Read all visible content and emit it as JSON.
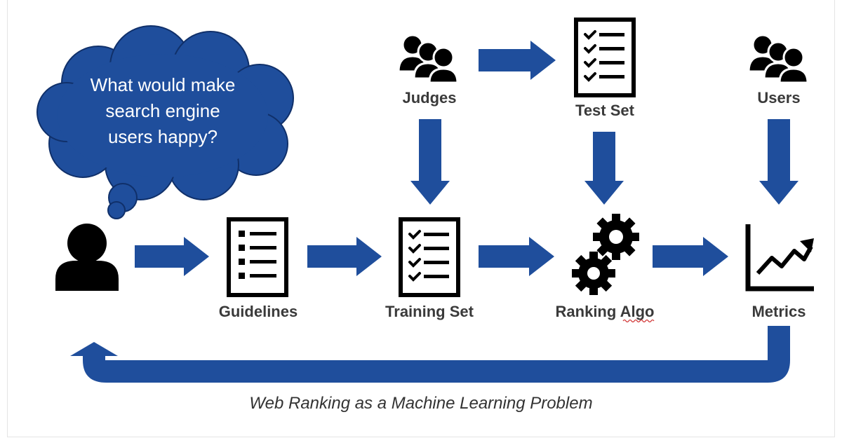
{
  "cloud": {
    "lines": [
      "What would make",
      "search engine",
      "users happy?"
    ]
  },
  "labels": {
    "guidelines": "Guidelines",
    "training_set": "Training Set",
    "ranking_algo": "Ranking Algo",
    "metrics": "Metrics",
    "judges": "Judges",
    "test_set": "Test Set",
    "users": "Users"
  },
  "caption": "Web Ranking as a Machine Learning Problem",
  "colors": {
    "arrow": "#1f4e9c",
    "cloud_fill": "#1f4e9c",
    "cloud_stroke": "#10306a",
    "icon": "#000000",
    "label": "#3a3a3a"
  },
  "icons": {
    "person": "person-icon",
    "judges": "group-icon",
    "users": "group-icon",
    "guidelines": "bullet-list-document-icon",
    "test_set": "checklist-document-icon",
    "training_set": "checklist-document-icon",
    "ranking_algo": "gears-icon",
    "metrics": "trend-chart-icon"
  }
}
